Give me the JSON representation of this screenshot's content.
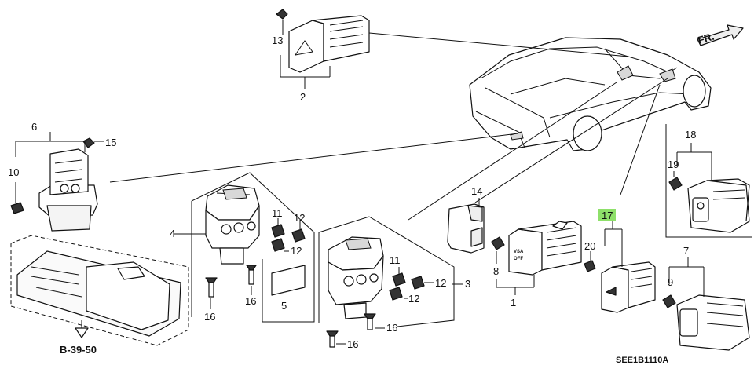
{
  "diagram": {
    "labels": {
      "p1": "1",
      "p2": "2",
      "p3": "3",
      "p4": "4",
      "p5": "5",
      "p6": "6",
      "p7": "7",
      "p8": "8",
      "p9": "9",
      "p10": "10",
      "p11a": "11",
      "p11b": "11",
      "p12a": "12",
      "p12b": "12",
      "p12c": "12",
      "p12d": "12",
      "p13": "13",
      "p14": "14",
      "p15": "15",
      "p16a": "16",
      "p16b": "16",
      "p16c": "16",
      "p16d": "16",
      "p17": "17",
      "p18": "18",
      "p19": "19",
      "p20": "20"
    },
    "highlight_color": "#8ee06a",
    "front_arrow": "FR.",
    "cross_reference": "B-39-50",
    "figure_code": "SEE1B1110A",
    "switch_text_line1": "VSA",
    "switch_text_line2": "OFF"
  }
}
